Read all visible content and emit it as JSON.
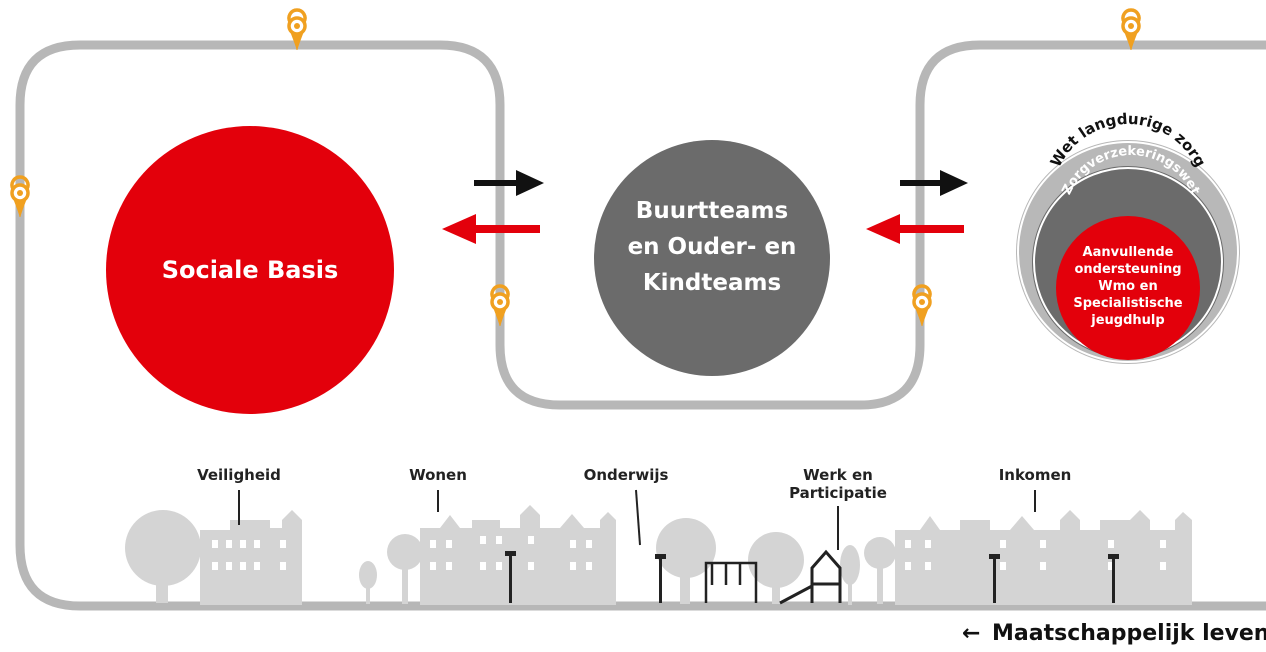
{
  "colors": {
    "red": "#e3000b",
    "grey_circle": "#6b6b6b",
    "track": "#b7b7b7",
    "pin": "#f0a020",
    "city": "#d4d4d4",
    "arrow_dark": "#111111"
  },
  "circles": {
    "sociale_basis": "Sociale Basis",
    "buurtteams": [
      "Buurtteams",
      "en Ouder- en",
      "Kindteams"
    ],
    "outer_ring_text": "Wet langdurige zorg",
    "middle_ring_text": "Zorgverzekeringswet",
    "inner_lines": [
      "Aanvullende",
      "ondersteuning",
      "Wmo en",
      "Specialistische",
      "jeugdhulp"
    ]
  },
  "domains": {
    "veiligheid": "Veiligheid",
    "wonen": "Wonen",
    "onderwijs": "Onderwijs",
    "werk_1": "Werk en",
    "werk_2": "Participatie",
    "inkomen": "Inkomen"
  },
  "footer": {
    "arrow": "←",
    "label": "Maatschappelijk leven"
  }
}
